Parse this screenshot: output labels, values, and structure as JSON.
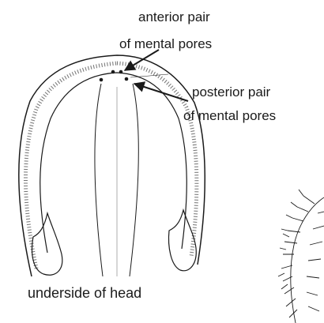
{
  "labels": {
    "anterior_line1": "anterior pair",
    "anterior_line2": "of mental pores",
    "posterior_line1": "posterior pair",
    "posterior_line2": "of mental pores",
    "caption": "underside of head"
  },
  "colors": {
    "ink": "#1a1a1a",
    "background": "#ffffff"
  }
}
